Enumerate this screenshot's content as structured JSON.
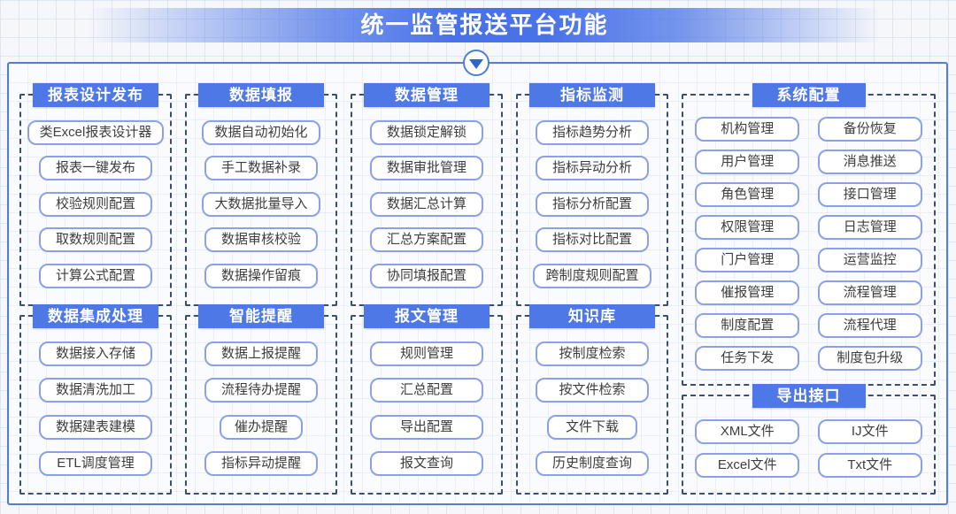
{
  "title": "统一监管报送平台功能",
  "arrow": {
    "icon": "chevron-down-icon"
  },
  "colors": {
    "banner_blue": "#4a72e8",
    "section_header_blue": "#4d78e6",
    "container_border": "#527fd0",
    "dashed_border": "#3c4e74",
    "item_border": "#8ba0e8",
    "item_text": "#3d3d3d",
    "arrow_blue": "#2f66cc"
  },
  "sections": [
    {
      "header": "报表设计发布",
      "items": [
        "类Excel报表设计器",
        "报表一键发布",
        "校验规则配置",
        "取数规则配置",
        "计算公式配置"
      ]
    },
    {
      "header": "数据填报",
      "items": [
        "数据自动初始化",
        "手工数据补录",
        "大数据批量导入",
        "数据审核校验",
        "数据操作留痕"
      ]
    },
    {
      "header": "数据管理",
      "items": [
        "数据锁定解锁",
        "数据审批管理",
        "数据汇总计算",
        "汇总方案配置",
        "协同填报配置"
      ]
    },
    {
      "header": "指标监测",
      "items": [
        "指标趋势分析",
        "指标异动分析",
        "指标分析配置",
        "指标对比配置",
        "跨制度规则配置"
      ]
    },
    {
      "header": "系统配置",
      "items": [
        "机构管理",
        "备份恢复",
        "用户管理",
        "消息推送",
        "角色管理",
        "接口管理",
        "权限管理",
        "日志管理",
        "门户管理",
        "运营监控",
        "催报管理",
        "流程管理",
        "制度配置",
        "流程代理",
        "任务下发",
        "制度包升级"
      ]
    },
    {
      "header": "数据集成处理",
      "items": [
        "数据接入存储",
        "数据清洗加工",
        "数据建表建模",
        "ETL调度管理"
      ]
    },
    {
      "header": "智能提醒",
      "items": [
        "数据上报提醒",
        "流程待办提醒",
        "催办提醒",
        "指标异动提醒"
      ]
    },
    {
      "header": "报文管理",
      "items": [
        "规则管理",
        "汇总配置",
        "导出配置",
        "报文查询"
      ]
    },
    {
      "header": "知识库",
      "items": [
        "按制度检索",
        "按文件检索",
        "文件下载",
        "历史制度查询"
      ]
    },
    {
      "header": "导出接口",
      "items": [
        "XML文件",
        "IJ文件",
        "Excel文件",
        "Txt文件"
      ]
    }
  ]
}
